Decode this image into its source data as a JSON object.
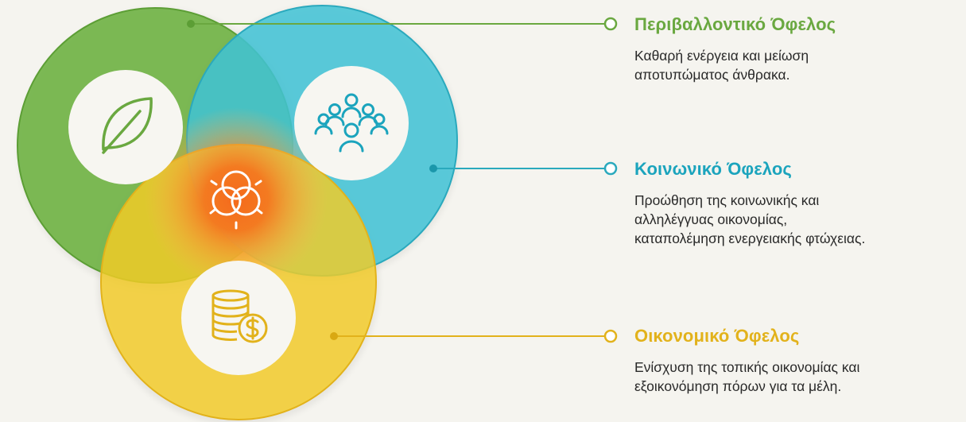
{
  "colors": {
    "environmental": "#6fb244",
    "social": "#3fc3d6",
    "economic": "#f4cc25",
    "center": "#f46a1c",
    "background": "#f5f4ef"
  },
  "benefits": [
    {
      "key": "environmental",
      "title": "Περιβαλλοντικό Όφελος",
      "description_lines": [
        "Καθαρή ενέργεια και μείωση",
        "αποτυπώματος άνθρακα."
      ],
      "icon": "leaf-icon"
    },
    {
      "key": "social",
      "title": "Κοινωνικό Όφελος",
      "description_lines": [
        "Προώθηση της κοινωνικής και",
        "αλληλέγγυας οικονομίας,",
        "καταπολέμηση ενεργειακής φτώχειας."
      ],
      "icon": "community-people-icon"
    },
    {
      "key": "economic",
      "title": "Οικονομικό Όφελος",
      "description_lines": [
        "Ενίσχυση της τοπικής οικονομίας και",
        "εξοικονόμηση πόρων για τα μέλη."
      ],
      "icon": "coins-dollar-icon"
    }
  ],
  "center_icon": "overlapping-circles-icon"
}
